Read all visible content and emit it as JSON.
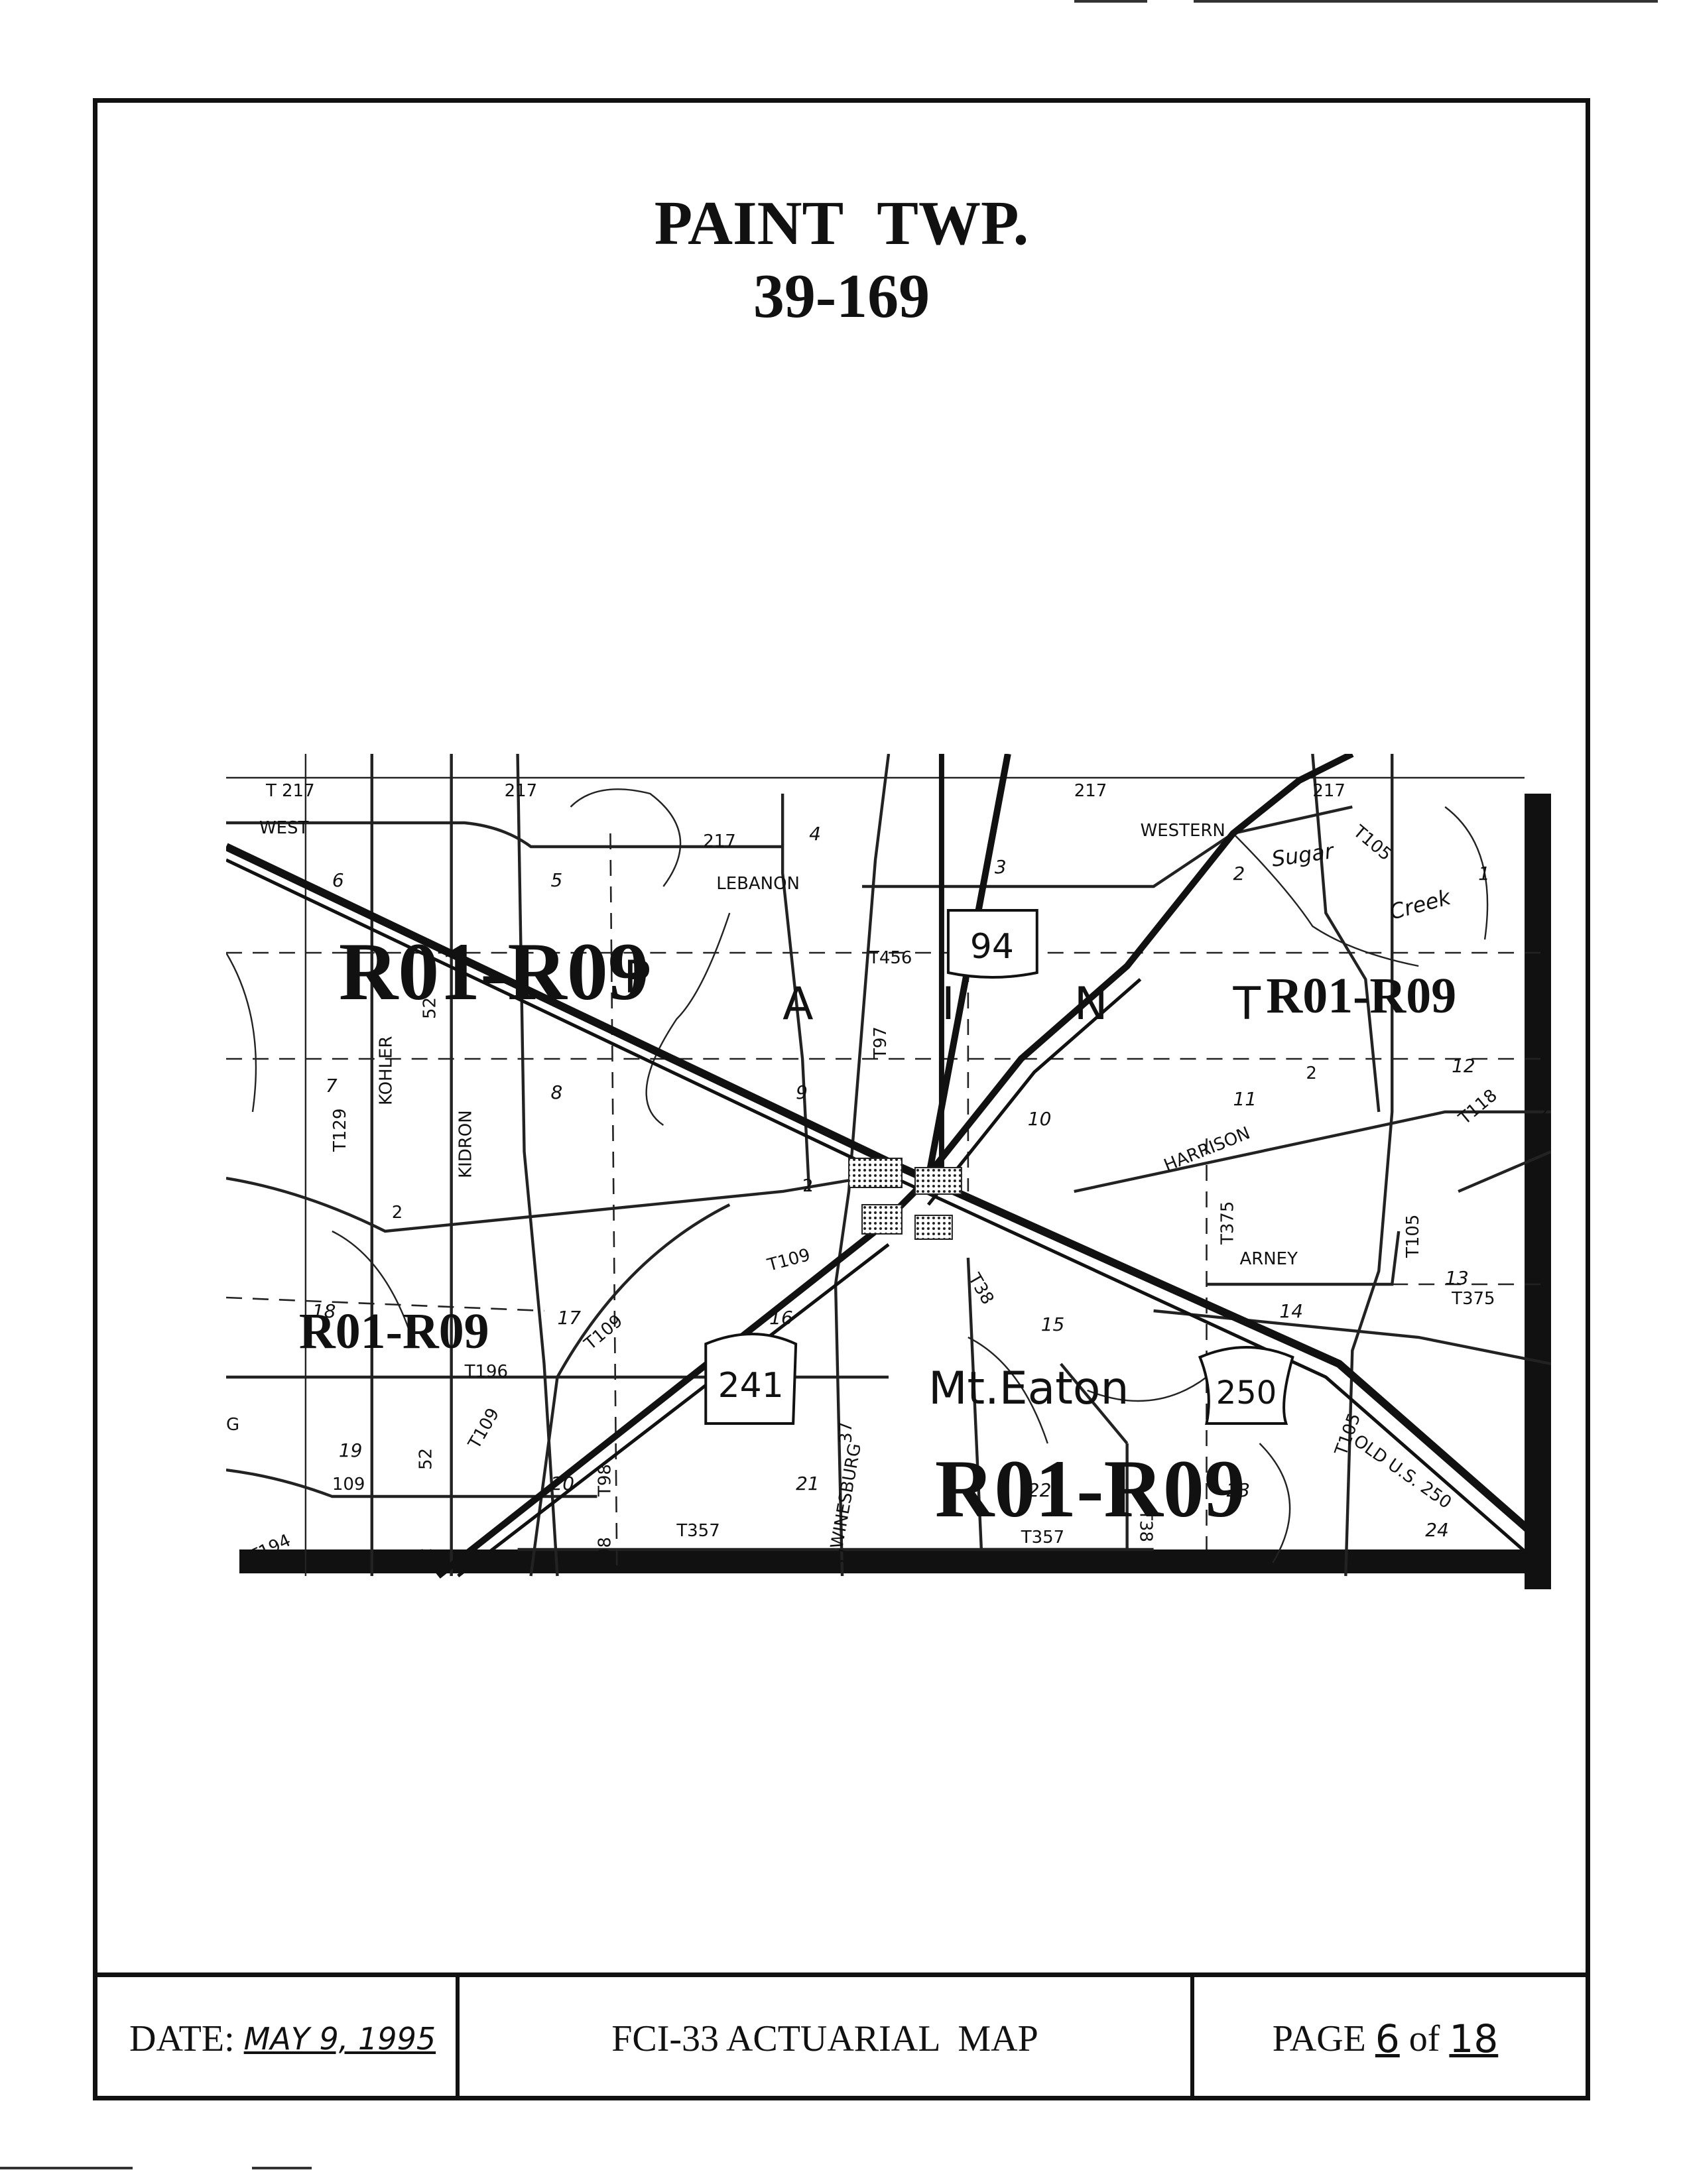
{
  "header": {
    "title": "PAINT TWP.",
    "code": "39-169"
  },
  "map": {
    "township_letters": [
      "P",
      "A",
      "I",
      "N",
      "T"
    ],
    "town_name": "Mt.Eaton",
    "stamp_labels": [
      "R01-R09",
      "R01-R09",
      "R01-R09",
      "R01-R09"
    ],
    "route_shields": [
      "94",
      "241",
      "250"
    ],
    "road_labels": [
      "T 217",
      "217",
      "217",
      "217",
      "217",
      "WEST",
      "LEBANON",
      "WESTERN",
      "T456",
      "T97",
      "KOHLER",
      "52",
      "T129",
      "KIDRON",
      "2",
      "2",
      "2",
      "2",
      "HARRISON",
      "T109",
      "T109",
      "T109",
      "T196",
      "T38",
      "T375",
      "ARNEY",
      "T105",
      "T105",
      "T105",
      "T375",
      "T118",
      "37",
      "37",
      "WINESBURG",
      "109",
      "52",
      "52",
      "T98",
      "T98",
      "T194",
      "T357",
      "T357",
      "T38",
      "OLD U.S. 250",
      "G"
    ],
    "feature_labels": [
      "Sugar",
      "Creek"
    ],
    "section_numbers": [
      "1",
      "2",
      "3",
      "4",
      "5",
      "6",
      "7",
      "8",
      "9",
      "10",
      "11",
      "12",
      "13",
      "14",
      "15",
      "16",
      "17",
      "18",
      "19",
      "20",
      "21",
      "22",
      "23",
      "24"
    ]
  },
  "footer": {
    "date_label": "DATE:",
    "date_value": "MAY 9, 1995",
    "map_name": "FCI-33 ACTUARIAL  MAP",
    "page_label": "PAGE",
    "page_current": "6",
    "page_of": "of",
    "page_total": "18"
  }
}
